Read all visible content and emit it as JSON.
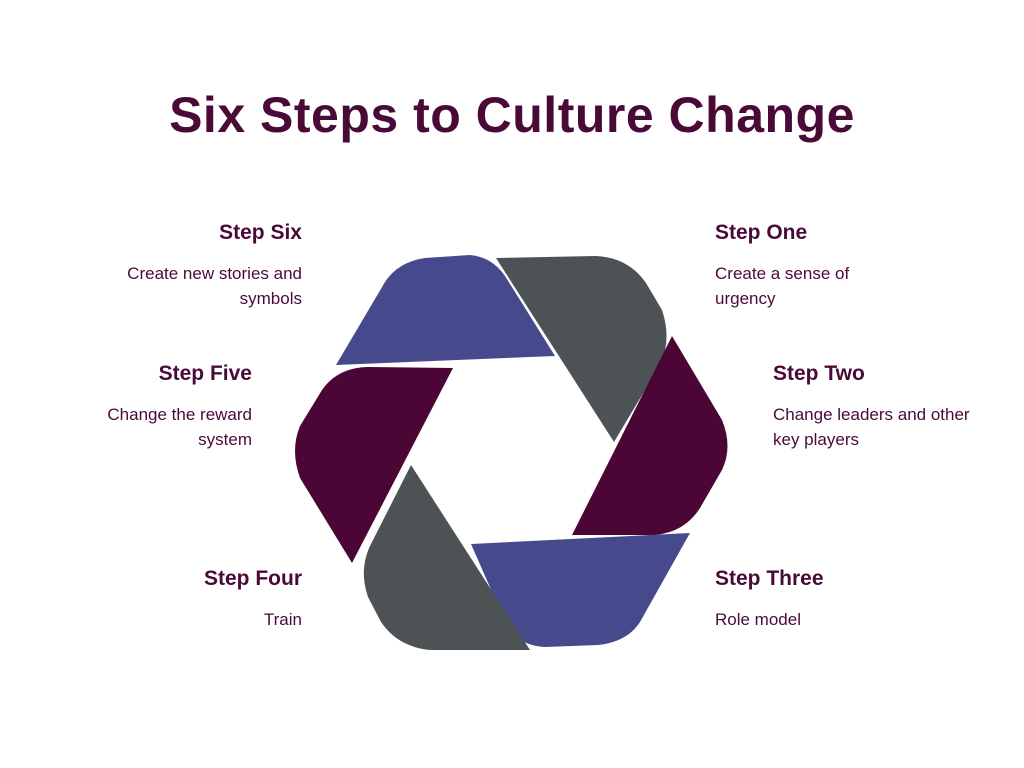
{
  "title": "Six Steps to Culture Change",
  "colors": {
    "title": "#4a0a38",
    "purple_blue": "#464a8c",
    "gray": "#4d5355",
    "plum": "#4c0636",
    "text": "#4a0a38"
  },
  "steps": {
    "one": {
      "title": "Step One",
      "description": "Create a sense of urgency"
    },
    "two": {
      "title": "Step Two",
      "description": "Change leaders and other key players"
    },
    "three": {
      "title": "Step Three",
      "description": "Role model"
    },
    "four": {
      "title": "Step Four",
      "description": "Train"
    },
    "five": {
      "title": "Step Five",
      "description": "Change the reward system"
    },
    "six": {
      "title": "Step Six",
      "description": "Create new stories and symbols"
    }
  }
}
